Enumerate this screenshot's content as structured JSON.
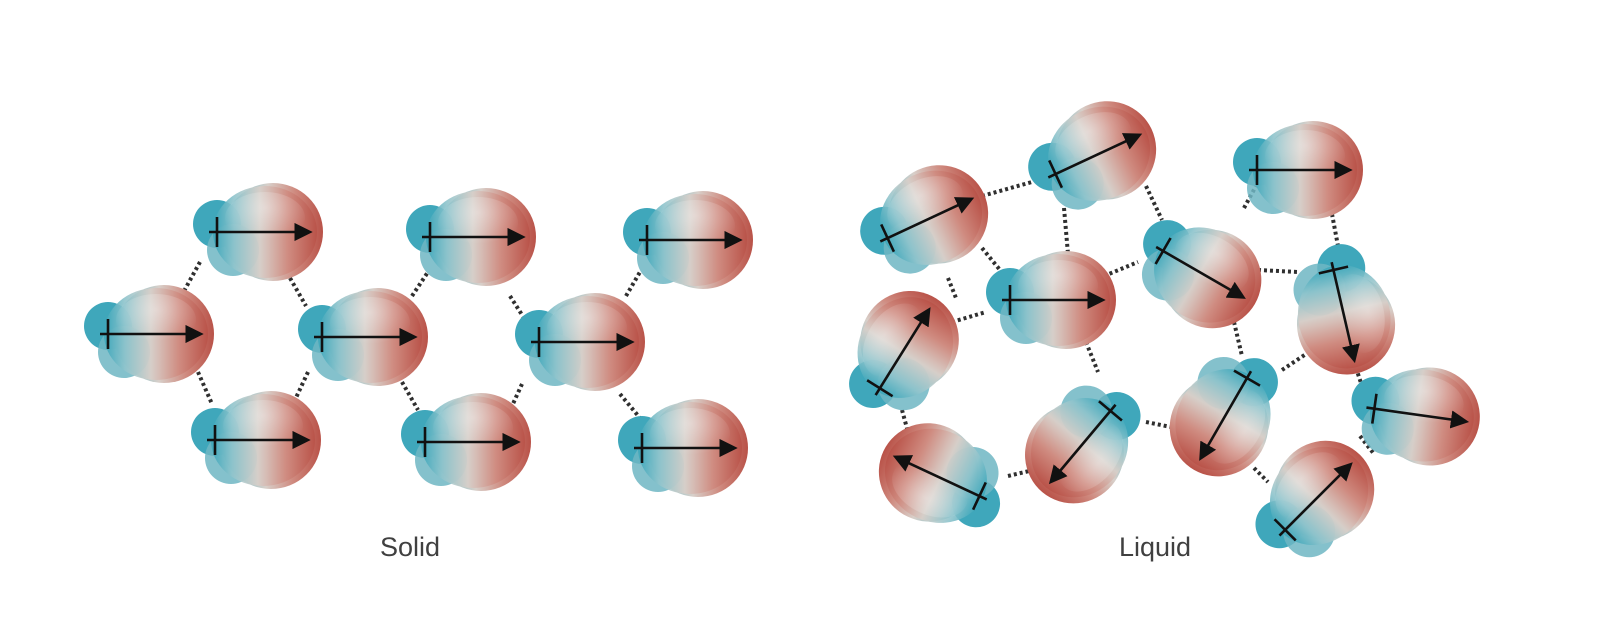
{
  "panels": [
    {
      "id": "solid",
      "label": "Solid"
    },
    {
      "id": "liquid",
      "label": "Liquid"
    }
  ],
  "colors": {
    "oxygen_end": "#c7655b",
    "hydrogen_end": "#46a9bd",
    "bond": "#2f2f2f",
    "arrow": "#111111",
    "label": "#404040"
  },
  "icons": {
    "positive_end_mark": "plus-sign",
    "dipole_arrow": "arrow"
  }
}
